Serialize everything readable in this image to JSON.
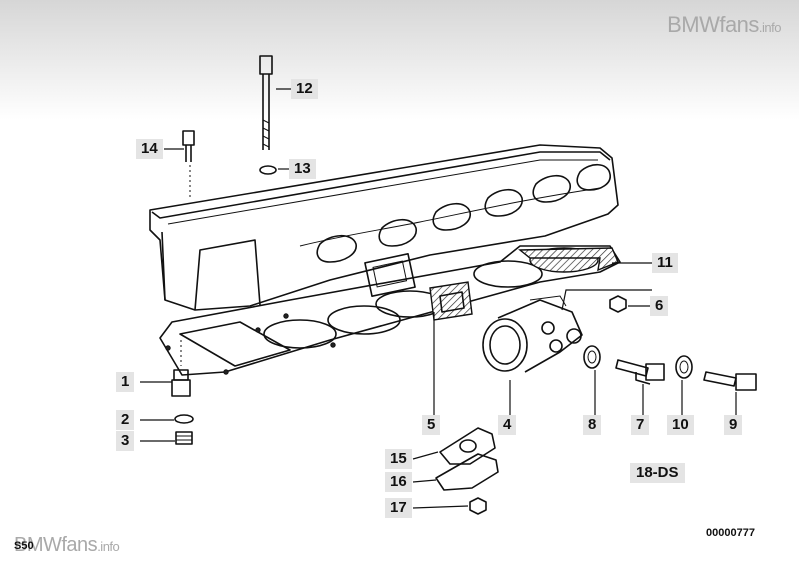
{
  "watermark_top": "BMWfans",
  "watermark_top_suffix": ".info",
  "watermark_bottom": "BMWfans",
  "watermark_bottom_suffix": ".info",
  "diagram_code": "18-DS",
  "doc_number": "00000777",
  "model_ref": "S50",
  "callouts": {
    "c1": "1",
    "c2": "2",
    "c3": "3",
    "c4": "4",
    "c5": "5",
    "c6": "6",
    "c7": "7",
    "c8": "8",
    "c9": "9",
    "c10": "10",
    "c11": "11",
    "c12": "12",
    "c13": "13",
    "c14": "14",
    "c15": "15",
    "c16": "16",
    "c17": "17"
  }
}
